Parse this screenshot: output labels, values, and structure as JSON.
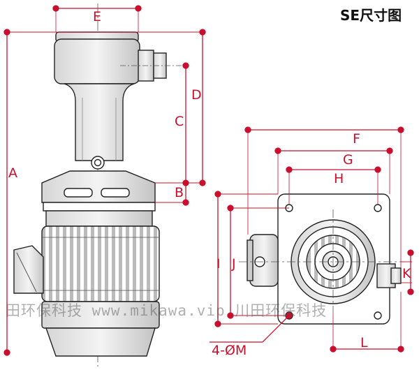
{
  "title": "SE尺寸图",
  "watermark": "田环保科技  www.mikawa.vip  川田环保科技",
  "dimensions": {
    "A": "A",
    "B": "B",
    "C": "C",
    "D": "D",
    "E": "E",
    "F": "F",
    "G": "G",
    "H": "H",
    "I": "I",
    "J": "J",
    "K": "K",
    "L": "L",
    "M": "4-ØM"
  },
  "colors": {
    "dimension": "#c8102e",
    "drawing": "#222222"
  }
}
